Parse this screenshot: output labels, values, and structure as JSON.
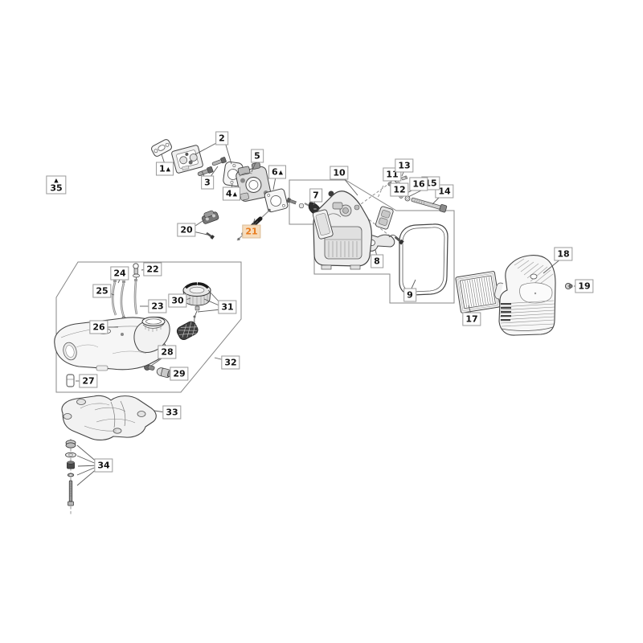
{
  "diagram": {
    "highlighted_part": "21",
    "colors": {
      "background": "#ffffff",
      "line_art": "#444444",
      "assembly_box_line": "#878787",
      "callout_border": "#9a9a9a",
      "callout_text": "#141414",
      "highlight_text": "#e87a1b",
      "highlight_background": "#f6dcbc"
    }
  },
  "labels": [
    {
      "num": "1",
      "marker": "▲"
    },
    {
      "num": "2"
    },
    {
      "num": "3"
    },
    {
      "num": "4",
      "marker": "▲"
    },
    {
      "num": "5"
    },
    {
      "num": "6",
      "marker": "▲"
    },
    {
      "num": "7"
    },
    {
      "num": "8"
    },
    {
      "num": "9"
    },
    {
      "num": "10"
    },
    {
      "num": "11"
    },
    {
      "num": "12"
    },
    {
      "num": "13"
    },
    {
      "num": "14"
    },
    {
      "num": "15"
    },
    {
      "num": "16"
    },
    {
      "num": "17"
    },
    {
      "num": "18"
    },
    {
      "num": "19"
    },
    {
      "num": "20"
    },
    {
      "num": "21",
      "highlighted": "true"
    },
    {
      "num": "22"
    },
    {
      "num": "23"
    },
    {
      "num": "24"
    },
    {
      "num": "25"
    },
    {
      "num": "26"
    },
    {
      "num": "27"
    },
    {
      "num": "28"
    },
    {
      "num": "29"
    },
    {
      "num": "30"
    },
    {
      "num": "31"
    },
    {
      "num": "32"
    },
    {
      "num": "33"
    },
    {
      "num": "34"
    },
    {
      "num": "35",
      "marker_above": "▲"
    }
  ]
}
